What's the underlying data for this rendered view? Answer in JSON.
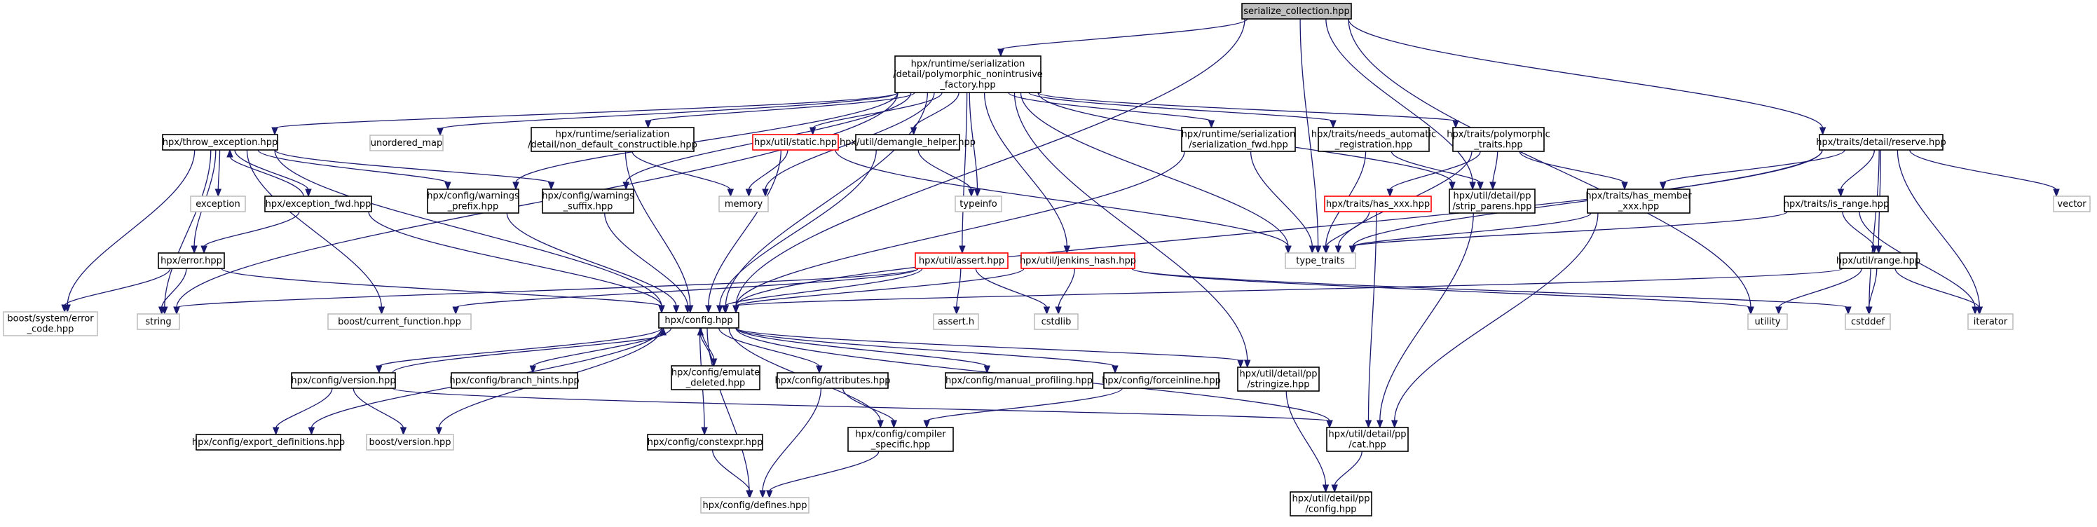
{
  "colors": {
    "edge": "#191970",
    "border_normal": "#000000",
    "border_external": "#bfbfbf",
    "border_truncated": "#ff0000",
    "root_fill": "#bfbfbf",
    "fill": "#ffffff"
  },
  "nodes": {
    "root": {
      "lines": [
        "serialize_collection.hpp"
      ],
      "style": "root"
    },
    "poly": {
      "lines": [
        "hpx/runtime/serialization",
        "/detail/polymorphic_nonintrusive",
        "_factory.hpp"
      ],
      "style": "normal"
    },
    "reserve": {
      "lines": [
        "hpx/traits/detail/reserve.hpp"
      ],
      "style": "normal"
    },
    "throw": {
      "lines": [
        "hpx/throw_exception.hpp"
      ],
      "style": "normal"
    },
    "unordered": {
      "lines": [
        "unordered_map"
      ],
      "style": "external"
    },
    "ndc": {
      "lines": [
        "hpx/runtime/serialization",
        "/detail/non_default_constructible.hpp"
      ],
      "style": "normal"
    },
    "static": {
      "lines": [
        "hpx/util/static.hpp"
      ],
      "style": "truncated"
    },
    "demangle": {
      "lines": [
        "hpx/util/demangle_helper.hpp"
      ],
      "style": "normal"
    },
    "serfwd": {
      "lines": [
        "hpx/runtime/serialization",
        "/serialization_fwd.hpp"
      ],
      "style": "normal"
    },
    "needsauto": {
      "lines": [
        "hpx/traits/needs_automatic",
        "_registration.hpp"
      ],
      "style": "normal"
    },
    "polytraits": {
      "lines": [
        "hpx/traits/polymorphic",
        "_traits.hpp"
      ],
      "style": "normal"
    },
    "exception": {
      "lines": [
        "exception"
      ],
      "style": "external"
    },
    "excfwd": {
      "lines": [
        "hpx/exception_fwd.hpp"
      ],
      "style": "normal"
    },
    "wprefix": {
      "lines": [
        "hpx/config/warnings",
        "_prefix.hpp"
      ],
      "style": "normal"
    },
    "wsuffix": {
      "lines": [
        "hpx/config/warnings",
        "_suffix.hpp"
      ],
      "style": "normal"
    },
    "memory": {
      "lines": [
        "memory"
      ],
      "style": "external"
    },
    "typeinfo": {
      "lines": [
        "typeinfo"
      ],
      "style": "external"
    },
    "hasxxx": {
      "lines": [
        "hpx/traits/has_xxx.hpp"
      ],
      "style": "truncated"
    },
    "strip": {
      "lines": [
        "hpx/util/detail/pp",
        "/strip_parens.hpp"
      ],
      "style": "normal"
    },
    "hasmember": {
      "lines": [
        "hpx/traits/has_member",
        "_xxx.hpp"
      ],
      "style": "normal"
    },
    "isrange": {
      "lines": [
        "hpx/traits/is_range.hpp"
      ],
      "style": "normal"
    },
    "vector": {
      "lines": [
        "vector"
      ],
      "style": "external"
    },
    "typetraits": {
      "lines": [
        "type_traits"
      ],
      "style": "external"
    },
    "error": {
      "lines": [
        "hpx/error.hpp"
      ],
      "style": "normal"
    },
    "assert": {
      "lines": [
        "hpx/util/assert.hpp"
      ],
      "style": "truncated"
    },
    "jenkins": {
      "lines": [
        "hpx/util/jenkins_hash.hpp"
      ],
      "style": "truncated"
    },
    "range": {
      "lines": [
        "hpx/util/range.hpp"
      ],
      "style": "normal"
    },
    "boosterr": {
      "lines": [
        "boost/system/error",
        "_code.hpp"
      ],
      "style": "external"
    },
    "string": {
      "lines": [
        "string"
      ],
      "style": "external"
    },
    "curfunc": {
      "lines": [
        "boost/current_function.hpp"
      ],
      "style": "external"
    },
    "config": {
      "lines": [
        "hpx/config.hpp"
      ],
      "style": "normal"
    },
    "asserth": {
      "lines": [
        "assert.h"
      ],
      "style": "external"
    },
    "cstdlib": {
      "lines": [
        "cstdlib"
      ],
      "style": "external"
    },
    "utility": {
      "lines": [
        "utility"
      ],
      "style": "external"
    },
    "cstddef": {
      "lines": [
        "cstddef"
      ],
      "style": "external"
    },
    "iterator": {
      "lines": [
        "iterator"
      ],
      "style": "external"
    },
    "version": {
      "lines": [
        "hpx/config/version.hpp"
      ],
      "style": "normal"
    },
    "branch": {
      "lines": [
        "hpx/config/branch_hints.hpp"
      ],
      "style": "normal"
    },
    "emulate": {
      "lines": [
        "hpx/config/emulate",
        "_deleted.hpp"
      ],
      "style": "normal"
    },
    "attributes": {
      "lines": [
        "hpx/config/attributes.hpp"
      ],
      "style": "normal"
    },
    "manprof": {
      "lines": [
        "hpx/config/manual_profiling.hpp"
      ],
      "style": "normal"
    },
    "forceinline": {
      "lines": [
        "hpx/config/forceinline.hpp"
      ],
      "style": "normal"
    },
    "stringize": {
      "lines": [
        "hpx/util/detail/pp",
        "/stringize.hpp"
      ],
      "style": "normal"
    },
    "exportdef": {
      "lines": [
        "hpx/config/export_definitions.hpp"
      ],
      "style": "normal"
    },
    "boostver": {
      "lines": [
        "boost/version.hpp"
      ],
      "style": "external"
    },
    "constexpr": {
      "lines": [
        "hpx/config/constexpr.hpp"
      ],
      "style": "normal"
    },
    "compiler": {
      "lines": [
        "hpx/config/compiler",
        "_specific.hpp"
      ],
      "style": "normal"
    },
    "cat": {
      "lines": [
        "hpx/util/detail/pp",
        "/cat.hpp"
      ],
      "style": "normal"
    },
    "defines": {
      "lines": [
        "hpx/config/defines.hpp"
      ],
      "style": "external"
    },
    "ppconfig": {
      "lines": [
        "hpx/util/detail/pp",
        "/config.hpp"
      ],
      "style": "normal"
    }
  },
  "edges": [
    [
      "root",
      "poly"
    ],
    [
      "root",
      "reserve"
    ],
    [
      "root",
      "config"
    ],
    [
      "root",
      "typetraits"
    ],
    [
      "root",
      "utility"
    ],
    [
      "root",
      "strip"
    ],
    [
      "poly",
      "throw"
    ],
    [
      "poly",
      "unordered"
    ],
    [
      "poly",
      "ndc"
    ],
    [
      "poly",
      "static"
    ],
    [
      "poly",
      "demangle"
    ],
    [
      "poly",
      "serfwd"
    ],
    [
      "poly",
      "needsauto"
    ],
    [
      "poly",
      "polytraits"
    ],
    [
      "poly",
      "wprefix"
    ],
    [
      "poly",
      "wsuffix"
    ],
    [
      "poly",
      "memory"
    ],
    [
      "poly",
      "typeinfo"
    ],
    [
      "poly",
      "config"
    ],
    [
      "poly",
      "assert"
    ],
    [
      "poly",
      "jenkins"
    ],
    [
      "poly",
      "stringize"
    ],
    [
      "poly",
      "typetraits"
    ],
    [
      "poly",
      "string"
    ],
    [
      "poly",
      "strip"
    ],
    [
      "throw",
      "excfwd"
    ],
    [
      "throw",
      "exception"
    ],
    [
      "throw",
      "error"
    ],
    [
      "throw",
      "string"
    ],
    [
      "throw",
      "boosterr"
    ],
    [
      "throw",
      "config"
    ],
    [
      "throw",
      "curfunc"
    ],
    [
      "throw",
      "wprefix"
    ],
    [
      "throw",
      "wsuffix"
    ],
    [
      "excfwd",
      "throw"
    ],
    [
      "excfwd",
      "error"
    ],
    [
      "excfwd",
      "config"
    ],
    [
      "error",
      "boosterr"
    ],
    [
      "error",
      "string"
    ],
    [
      "error",
      "config"
    ],
    [
      "ndc",
      "memory"
    ],
    [
      "ndc",
      "config"
    ],
    [
      "static",
      "memory"
    ],
    [
      "static",
      "config"
    ],
    [
      "static",
      "typetraits"
    ],
    [
      "demangle",
      "typeinfo"
    ],
    [
      "demangle",
      "config"
    ],
    [
      "serfwd",
      "config"
    ],
    [
      "serfwd",
      "typetraits"
    ],
    [
      "needsauto",
      "typetraits"
    ],
    [
      "needsauto",
      "strip"
    ],
    [
      "polytraits",
      "hasxxx"
    ],
    [
      "polytraits",
      "strip"
    ],
    [
      "polytraits",
      "hasmember"
    ],
    [
      "polytraits",
      "typetraits"
    ],
    [
      "hasxxx",
      "typetraits"
    ],
    [
      "hasxxx",
      "cat"
    ],
    [
      "hasmember",
      "typetraits"
    ],
    [
      "hasmember",
      "cat"
    ],
    [
      "strip",
      "cat"
    ],
    [
      "wprefix",
      "config"
    ],
    [
      "wsuffix",
      "config"
    ],
    [
      "assert",
      "config"
    ],
    [
      "assert",
      "asserth"
    ],
    [
      "assert",
      "cstdlib"
    ],
    [
      "assert",
      "curfunc"
    ],
    [
      "assert",
      "string"
    ],
    [
      "jenkins",
      "config"
    ],
    [
      "jenkins",
      "cstdlib"
    ],
    [
      "jenkins",
      "cstddef"
    ],
    [
      "jenkins",
      "utility"
    ],
    [
      "reserve",
      "typetraits"
    ],
    [
      "reserve",
      "isrange"
    ],
    [
      "reserve",
      "range"
    ],
    [
      "reserve",
      "hasmember"
    ],
    [
      "reserve",
      "vector"
    ],
    [
      "reserve",
      "iterator"
    ],
    [
      "reserve",
      "cstddef"
    ],
    [
      "reserve",
      "config"
    ],
    [
      "isrange",
      "typetraits"
    ],
    [
      "isrange",
      "iterator"
    ],
    [
      "isrange",
      "range"
    ],
    [
      "range",
      "config"
    ],
    [
      "range",
      "cstddef"
    ],
    [
      "range",
      "iterator"
    ],
    [
      "range",
      "utility"
    ],
    [
      "config",
      "version"
    ],
    [
      "config",
      "branch"
    ],
    [
      "config",
      "emulate"
    ],
    [
      "config",
      "attributes"
    ],
    [
      "config",
      "manprof"
    ],
    [
      "config",
      "forceinline"
    ],
    [
      "config",
      "stringize"
    ],
    [
      "config",
      "exportdef"
    ],
    [
      "config",
      "boostver"
    ],
    [
      "config",
      "constexpr"
    ],
    [
      "config",
      "compiler"
    ],
    [
      "config",
      "cat"
    ],
    [
      "config",
      "defines"
    ],
    [
      "version",
      "config"
    ],
    [
      "version",
      "exportdef"
    ],
    [
      "version",
      "boostver"
    ],
    [
      "version",
      "cat"
    ],
    [
      "emulate",
      "config"
    ],
    [
      "attributes",
      "compiler"
    ],
    [
      "attributes",
      "defines"
    ],
    [
      "forceinline",
      "compiler"
    ],
    [
      "constexpr",
      "defines"
    ],
    [
      "compiler",
      "defines"
    ],
    [
      "stringize",
      "ppconfig"
    ],
    [
      "cat",
      "ppconfig"
    ]
  ]
}
